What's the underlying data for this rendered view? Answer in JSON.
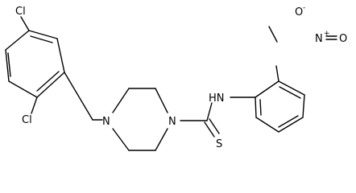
{
  "molecule": {
    "atoms": {
      "cl_top": "Cl",
      "cl_left": "Cl",
      "n_piperazine_left": "N",
      "n_piperazine_right": "N",
      "nh": "HN",
      "s": "S",
      "n_nitro": "N",
      "n_nitro_charge": "+",
      "o_nitro_top": "O",
      "o_nitro_top_charge": "-",
      "o_nitro_right": "O"
    }
  },
  "colors": {
    "bond": "#000000",
    "label": "#000000",
    "background": "#ffffff"
  }
}
